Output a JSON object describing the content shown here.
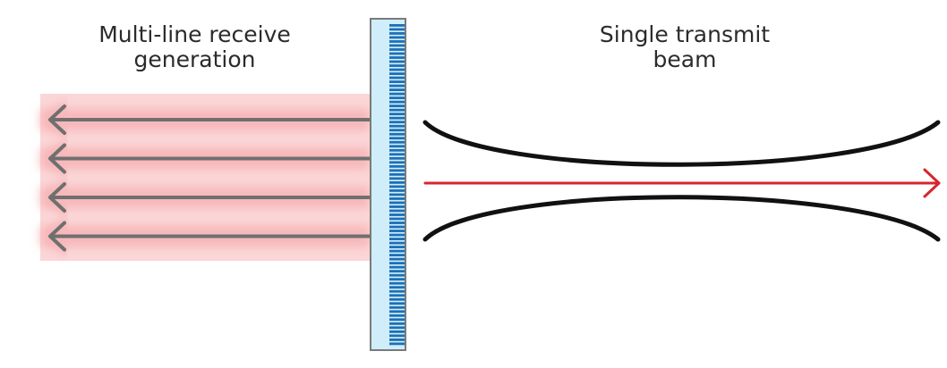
{
  "labels": {
    "receive_line1": "Multi-line receive",
    "receive_line2": "generation",
    "transmit_line1": "Single transmit",
    "transmit_line2": "beam"
  },
  "colors": {
    "receive_glow": "#f7b8ba",
    "receive_band": "#fbd6d7",
    "receive_arrow": "#6f6f6f",
    "transmit_arrow": "#d7262e",
    "beam_outline": "#111111",
    "transducer_fill": "#cfeefa",
    "transducer_border": "#7a7a7a",
    "transducer_elements": "#1c6fb5"
  },
  "receive_line_count": 4,
  "transducer_element_count": 80
}
